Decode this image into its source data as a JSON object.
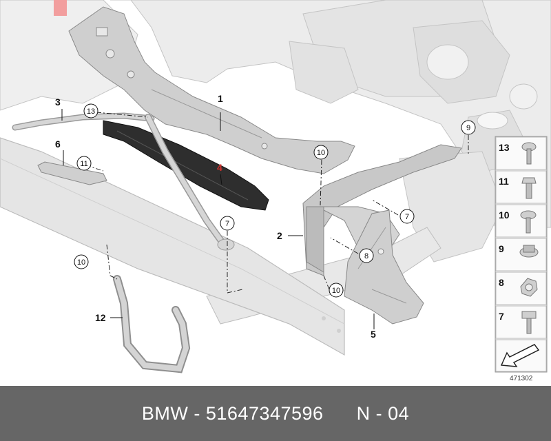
{
  "colors": {
    "body_shell": "#e3e3e3",
    "body_edge": "#bdbdbd",
    "part_fill": "#c9c9c9",
    "part_edge": "#8a8a8a",
    "black_part": "#2e2e2e",
    "highlight_marker": "#f29e9e",
    "highlight_text": "#d0312d",
    "footer_bg": "#666666",
    "footer_text": "#ffffff"
  },
  "callouts": {
    "c1": "1",
    "c2": "2",
    "c3": "3",
    "c4": "4",
    "c5": "5",
    "c6": "6",
    "c12": "12"
  },
  "circled": {
    "c13": "13",
    "c11": "11",
    "c10a": "10",
    "c10b": "10",
    "c10c": "10",
    "c9": "9",
    "c7a": "7",
    "c7b": "7",
    "c8": "8"
  },
  "fasteners": [
    "13",
    "11",
    "10",
    "9",
    "8",
    "7"
  ],
  "diagram_code": "471302",
  "footer": {
    "brand": "BMW",
    "sep1": " - ",
    "part_number": "51647347596",
    "gap": "      ",
    "ref": "N - 04"
  }
}
